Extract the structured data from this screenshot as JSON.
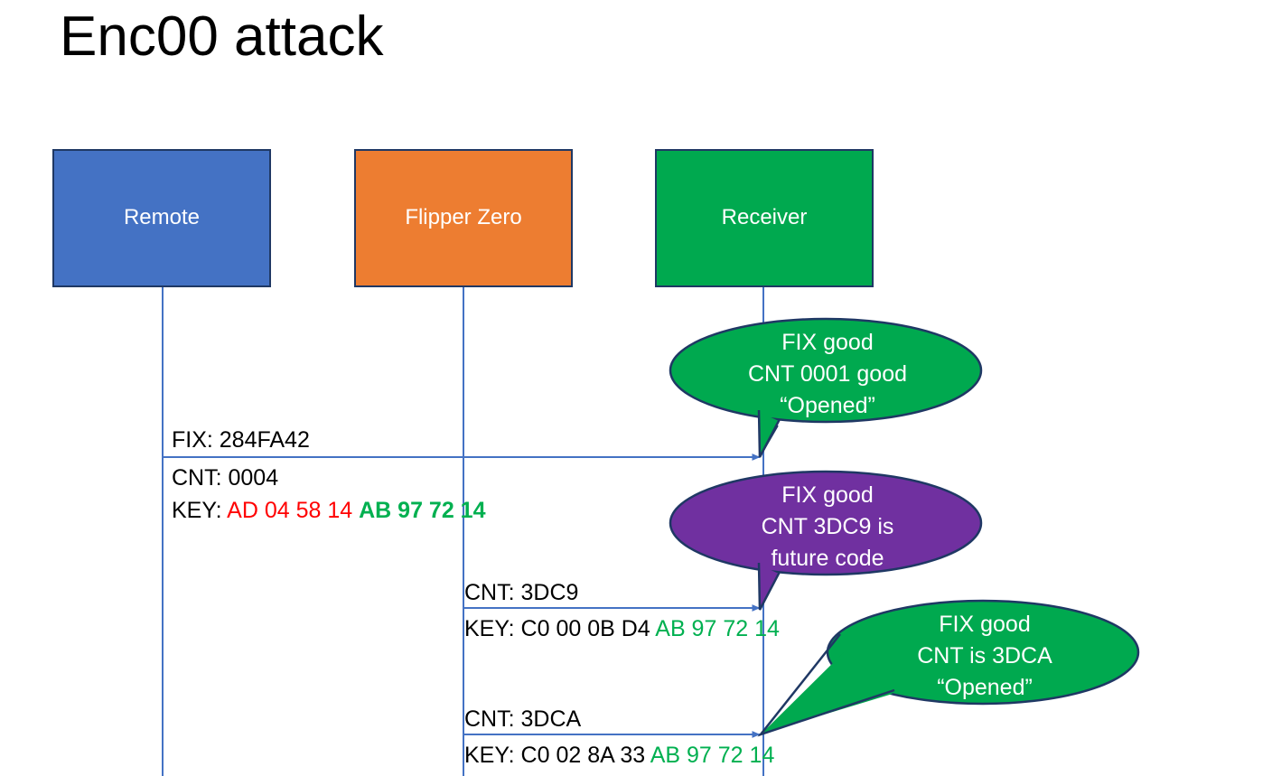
{
  "title": "Enc00 attack",
  "colors": {
    "remote_fill": "#4472C4",
    "flipper_fill": "#ED7D31",
    "receiver_fill": "#00A94F",
    "bubble_green": "#00A94F",
    "bubble_purple": "#7030A0",
    "box_border": "#1F3864",
    "lifeline": "#4472C4",
    "key_red": "#FF0000",
    "key_green": "#00B050",
    "text_black": "#000000"
  },
  "actors": [
    {
      "id": "remote",
      "label": "Remote"
    },
    {
      "id": "flipper",
      "label": "Flipper Zero"
    },
    {
      "id": "receiver",
      "label": "Receiver"
    }
  ],
  "messages": [
    {
      "id": "msg-1",
      "from": "remote",
      "to": "receiver",
      "fix_line": "FIX: 284FA42",
      "cnt_line": "CNT: 0004",
      "key_prefix": "KEY:",
      "key_part_red": "AD 04 58 14",
      "key_part_green": "AB 97 72 14"
    },
    {
      "id": "msg-2",
      "from": "flipper",
      "to": "receiver",
      "cnt_line": "CNT: 3DC9",
      "key_prefix": "KEY: C0 00 0B D4",
      "key_part_green": "AB 97 72 14"
    },
    {
      "id": "msg-3",
      "from": "flipper",
      "to": "receiver",
      "cnt_line": "CNT: 3DCA",
      "key_prefix": "KEY: C0 02 8A 33",
      "key_part_green": "AB 97 72 14"
    }
  ],
  "callouts": [
    {
      "id": "callout-1",
      "color": "green",
      "line1": "FIX good",
      "line2": "CNT 0001 good",
      "line3": "“Opened”"
    },
    {
      "id": "callout-2",
      "color": "purple",
      "line1": "FIX good",
      "line2": "CNT 3DC9 is",
      "line3": "future code"
    },
    {
      "id": "callout-3",
      "color": "green",
      "line1": "FIX good",
      "line2": "CNT is 3DCA",
      "line3": "“Opened”"
    }
  ]
}
